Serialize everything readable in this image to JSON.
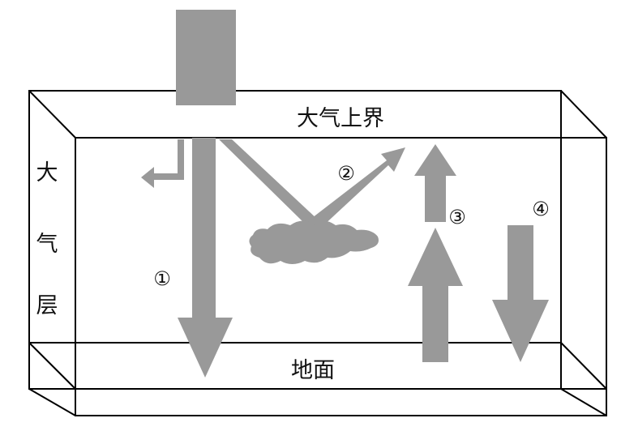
{
  "labels": {
    "atmosphere_top": "大气上界",
    "ground": "地面",
    "atmosphere_vertical": [
      "大",
      "气",
      "层"
    ]
  },
  "markers": {
    "m1": "①",
    "m2": "②",
    "m3": "③",
    "m4": "④"
  },
  "colors": {
    "arrow_fill": "#999999",
    "outline": "#000000",
    "background": "#ffffff"
  }
}
